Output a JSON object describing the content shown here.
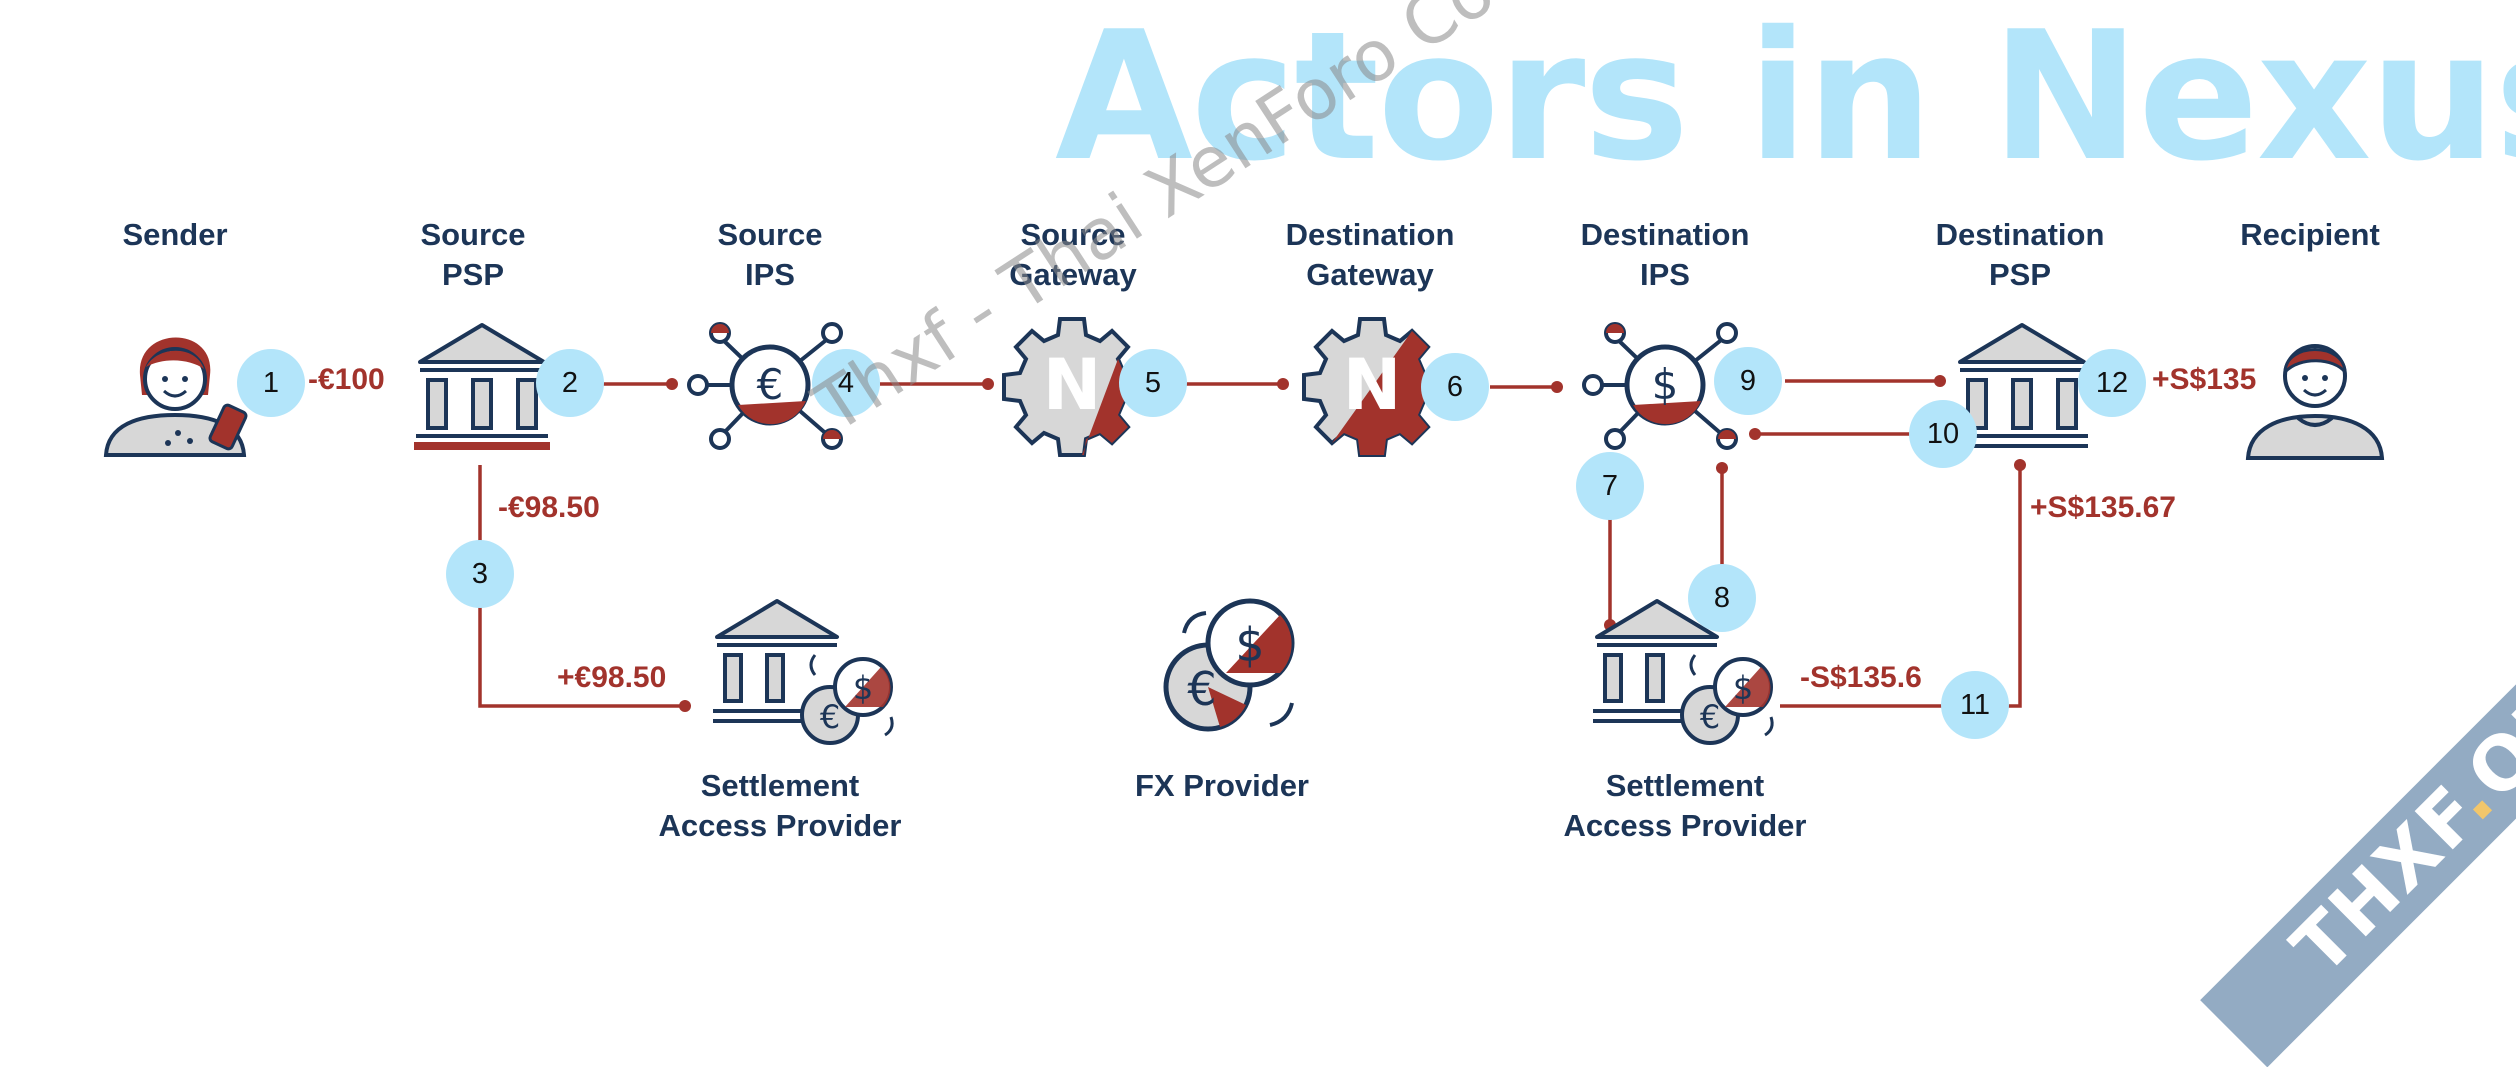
{
  "title": "Actors in Nexus",
  "actors": {
    "sender": "Sender",
    "source_psp": [
      "Source",
      "PSP"
    ],
    "source_ips": [
      "Source",
      "IPS"
    ],
    "source_gateway": [
      "Source",
      "Gateway"
    ],
    "destination_gateway": [
      "Destination",
      "Gateway"
    ],
    "destination_ips": [
      "Destination",
      "IPS"
    ],
    "destination_psp": [
      "Destination",
      "PSP"
    ],
    "recipient": "Recipient",
    "settlement_source": [
      "Settlement",
      "Access Provider"
    ],
    "fx_provider": "FX Provider",
    "settlement_destination": [
      "Settlement",
      "Access Provider"
    ]
  },
  "amounts": {
    "sender_debit": "-€100",
    "source_psp_debit": "-€98.50",
    "sap_credit": "+€98.50",
    "recipient_credit": "+S$135",
    "dest_psp_credit": "+S$135.67",
    "dest_sap_debit": "-S$135.6"
  },
  "steps": [
    "1",
    "2",
    "3",
    "4",
    "5",
    "6",
    "7",
    "8",
    "9",
    "10",
    "11",
    "12"
  ],
  "icon_glyphs": {
    "euro": "€",
    "dollar": "$",
    "nexus": "N"
  },
  "watermark": "Thxf - Thai XenForo Community",
  "ribbon": {
    "a": "THXF",
    "dot": ".",
    "b": "ORG"
  },
  "colors": {
    "navy": "#1c3557",
    "red": "#a2332c",
    "badge": "#b3e5fa",
    "title": "#b3e5fa",
    "grey": "#d7d7d7"
  }
}
